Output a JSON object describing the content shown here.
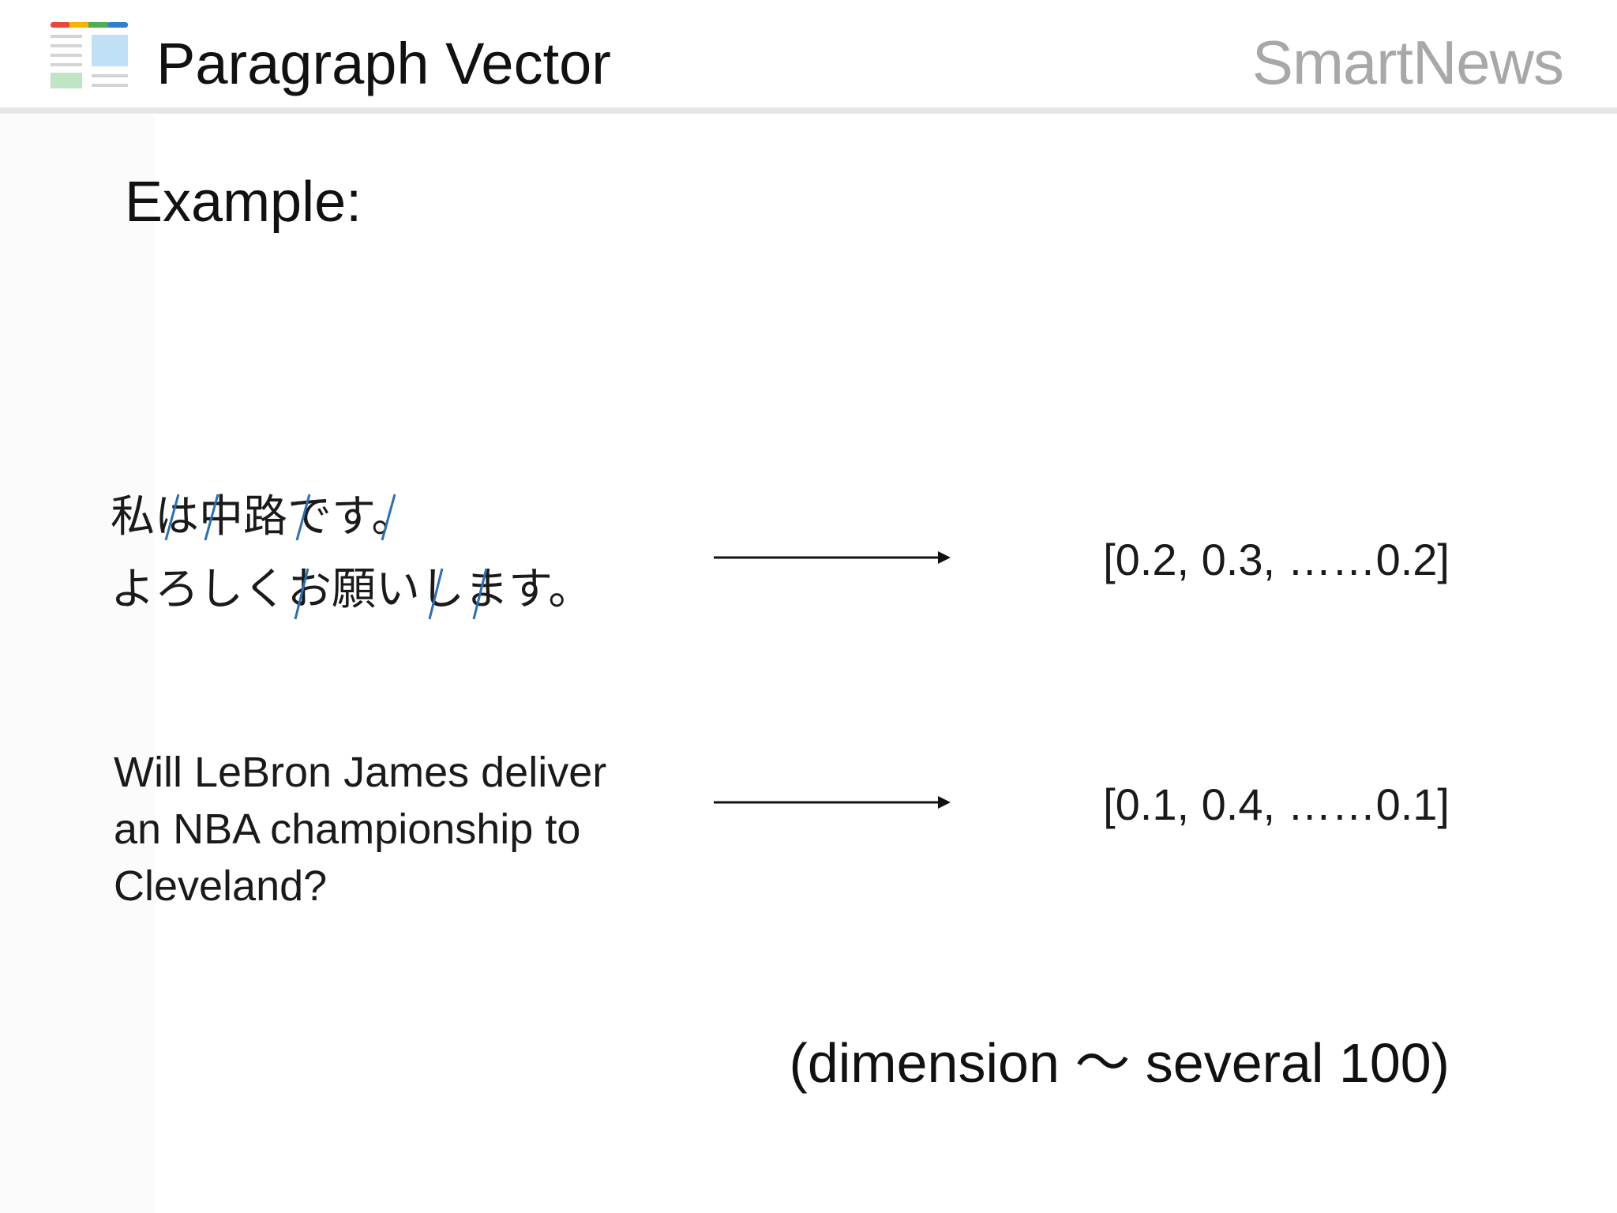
{
  "header": {
    "title": "Paragraph Vector",
    "brand": "SmartNews",
    "logo_icon": "smartnews-logo-icon"
  },
  "colors": {
    "title_text": "#111111",
    "brand_text": "#a8a8a8",
    "header_rule": "#e6e6e6",
    "separator": "#2a6fb5",
    "logo_red": "#e8483a",
    "logo_yellow": "#f4b400",
    "logo_green": "#4caf50",
    "logo_blue": "#2f80d1",
    "logo_lightblue": "#bfe0f5",
    "logo_lightgreen": "#bfe6c4",
    "logo_lines": "#d4d4d4"
  },
  "body": {
    "example_label": "Example:",
    "examples": [
      {
        "text_lines": [
          "私は中路です。",
          "よろしくお願いします。"
        ],
        "vector": "[0.2, 0.3, ……0.2]"
      },
      {
        "text_lines": [
          "Will LeBron James deliver",
          "an NBA championship to",
          "Cleveland?"
        ],
        "vector": "[0.1, 0.4, ……0.1]"
      }
    ],
    "dimension_note": "(dimension ～  several 100)"
  }
}
